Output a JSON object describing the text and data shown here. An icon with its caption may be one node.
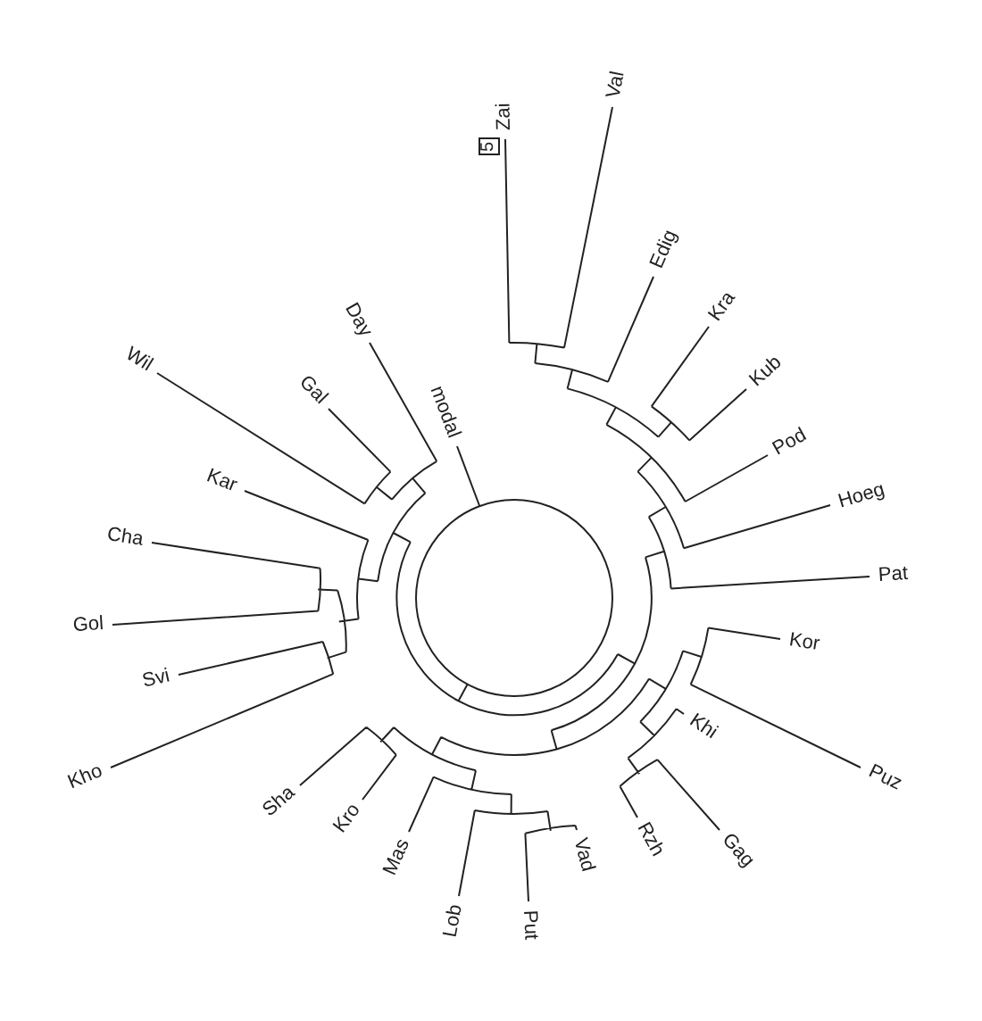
{
  "diagram": {
    "labels": [
      "Zai",
      "Val",
      "5",
      "Edig",
      "Kra",
      "Kub",
      "Pod",
      "Hoeg",
      "Pat",
      "Kor",
      "Puz",
      "Khi",
      "Gag",
      "Rzh",
      "Vad",
      "Put",
      "Lob",
      "Mas",
      "Kro",
      "Sha",
      "Kho",
      "Svi",
      "Gol",
      "Cha",
      "Kar",
      "Wil",
      "Gal",
      "Day",
      "modal"
    ]
  }
}
